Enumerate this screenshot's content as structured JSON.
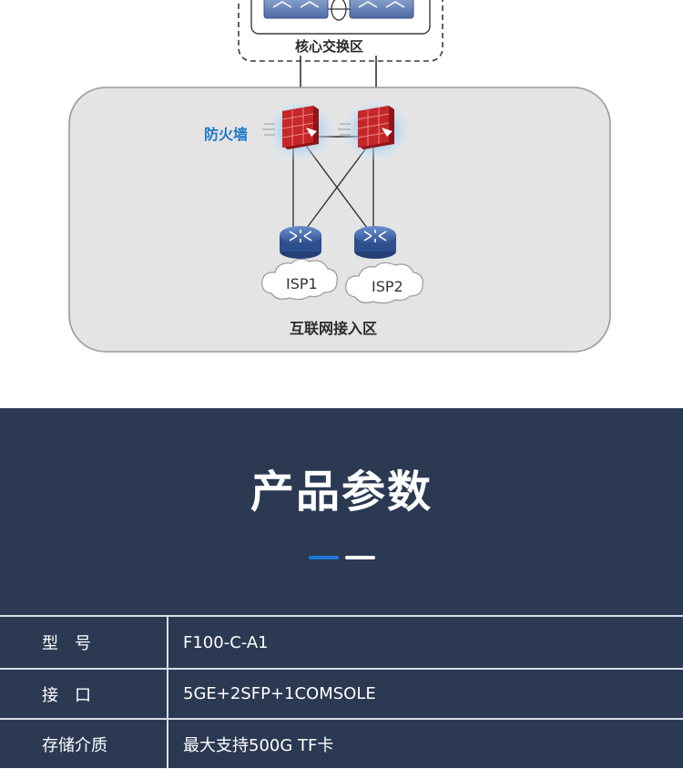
{
  "diagram": {
    "core_zone_label": "核心交换区",
    "firewall_label": "防火墙",
    "isp1_label": "ISP1",
    "isp2_label": "ISP2",
    "internet_zone_label": "互联网接入区",
    "colors": {
      "zone_fill": "#e4e4e4",
      "firewall_red": "#c6262a",
      "router_blue": "#3b63a8",
      "link_line": "#333333",
      "firewall_label_blue": "#1f78c8"
    }
  },
  "params": {
    "title": "产品参数",
    "colors": {
      "background": "#2b3953",
      "accent": "#1f7ad6"
    },
    "rows": [
      {
        "key": "型号",
        "value": "F100-C-A1"
      },
      {
        "key": "接口",
        "value": "5GE+2SFP+1COMSOLE"
      },
      {
        "key": "存储介质",
        "value": "最大支持500G TF卡"
      }
    ]
  }
}
